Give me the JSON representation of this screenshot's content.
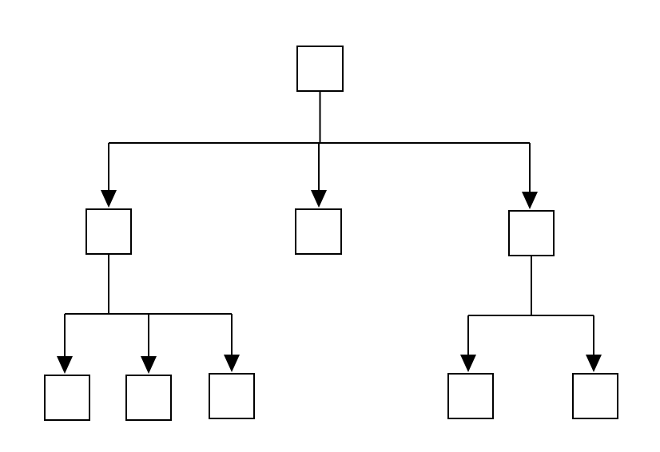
{
  "diagram": {
    "type": "tree",
    "colors": {
      "background": "#ffffff",
      "stroke": "#000000",
      "node_fill": "#ffffff",
      "arrowhead": "#000000"
    },
    "nodes": [
      {
        "id": "root",
        "label": ""
      },
      {
        "id": "left",
        "label": ""
      },
      {
        "id": "middle",
        "label": ""
      },
      {
        "id": "right",
        "label": ""
      },
      {
        "id": "left-child-1",
        "label": ""
      },
      {
        "id": "left-child-2",
        "label": ""
      },
      {
        "id": "left-child-3",
        "label": ""
      },
      {
        "id": "right-child-1",
        "label": ""
      },
      {
        "id": "right-child-2",
        "label": ""
      }
    ],
    "edges": [
      {
        "from": "root",
        "to": "left"
      },
      {
        "from": "root",
        "to": "middle"
      },
      {
        "from": "root",
        "to": "right"
      },
      {
        "from": "left",
        "to": "left-child-1"
      },
      {
        "from": "left",
        "to": "left-child-2"
      },
      {
        "from": "left",
        "to": "left-child-3"
      },
      {
        "from": "right",
        "to": "right-child-1"
      },
      {
        "from": "right",
        "to": "right-child-2"
      }
    ]
  }
}
